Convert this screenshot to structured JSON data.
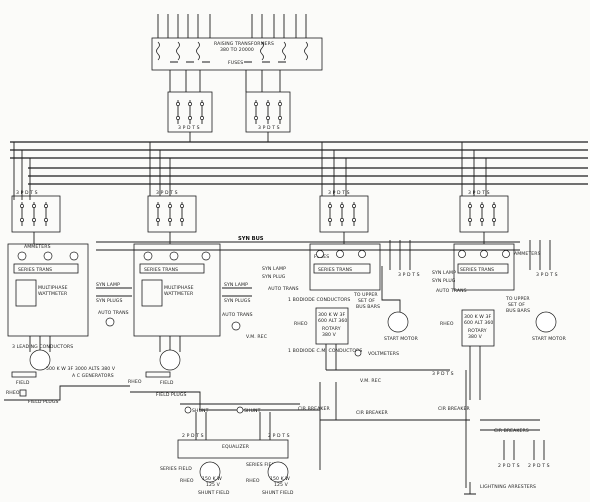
{
  "diagram": {
    "top": {
      "raising_transformers": "RAISING TRANSFORMERS",
      "ratio": "380 TO 20000",
      "fuses": "FUSES"
    },
    "switches": {
      "s1": "3 P D T S",
      "s2": "3 P D T S",
      "s3": "3 P D T S",
      "s4": "3 P D T S",
      "s5": "3 P D T S",
      "s6": "3 P D T S"
    },
    "syn_bus": "SYN BUS",
    "left_gen": {
      "ammeters": "AMMETERS",
      "series_trans": "SERIES TRANS",
      "multiphase": "MULTIPHASE",
      "wattmeter": "WATTMETER",
      "syn_lamp": "SYN LAMP",
      "syn_plugs": "SYN PLUGS",
      "auto_trans": "AUTO TRANS",
      "conductors": "3 LEADING CONDUCTORS",
      "rheo": "RHEO",
      "field": "FIELD",
      "field_plugs": "FIELD PLUGS"
    },
    "center_gen": {
      "series_trans": "SERIES TRANS",
      "multiphase": "MULTIPHASE",
      "wattmeter": "WATTMETER",
      "syn_lamp": "SYN LAMP",
      "syn_plugs": "SYN PLUGS",
      "auto_trans": "AUTO TRANS",
      "vm_rec": "V.M. REC",
      "rheo": "RHEO",
      "field": "FIELD",
      "field_plugs": "FIELD PLUGS"
    },
    "generators_caption": "500 K W 3F 3000 ALTS 380 V",
    "generators_caption2": "A C GENERATORS",
    "rotary_left": {
      "fuses": "FUSES",
      "series_trans": "SERIES TRANS",
      "syn_lamp": "SYN LAMP",
      "syn_plug": "SYN PLUG",
      "auto_trans": "AUTO TRANS",
      "upper": "TO UPPER",
      "upper2": "SET OF",
      "upper3": "BUS BARS",
      "conductors_a": "1 BODIODE CONDUCTORS",
      "conductors_b": "1 BODIODE C.M. CONDUCTORS",
      "rating": "300 K W 3F",
      "rating2": "600 ALT 360",
      "rotary": "ROTARY",
      "rotary2": "380 V",
      "start_motor": "START MOTOR",
      "rheo": "RHEO",
      "voltmeters": "VOLTMETERS",
      "vm_rec": "V.M. REC",
      "spdt": "3 P D T S",
      "cir_breaker": "CIR BREAKER"
    },
    "rotary_right": {
      "ammeters": "AMMETERS",
      "series_trans": "SERIES TRANS",
      "syn_lamp": "SYN LAMP",
      "syn_plug": "SYN PLUG",
      "auto_trans": "AUTO TRANS",
      "upper": "TO UPPER",
      "upper2": "SET OF",
      "upper3": "BUS BARS",
      "rating": "300 K W 3F",
      "rating2": "600 ALT 360",
      "rotary": "ROTARY",
      "rotary2": "380 V",
      "start_motor": "START MOTOR",
      "rheo": "RHEO",
      "spdt": "3 P D T S",
      "cir_breaker": "CIR BREAKER"
    },
    "bottom": {
      "spdt_a": "2 P D T S",
      "spdt_b": "2 P D T S",
      "shunt": "SHUNT",
      "shunt2": "SHUNT",
      "series_field": "SERIES FIELD",
      "series_field2": "SERIES FIELD",
      "equalizer": "EQUALIZER",
      "gen_left": "150 K W",
      "gen_left2": "125 V",
      "gen_right": "150 K W",
      "gen_right2": "125 V",
      "rheo": "RHEO",
      "rheo2": "RHEO",
      "shunt_field": "SHUNT FIELD",
      "shunt_field2": "SHUNT FIELD",
      "ckt_br": "CIR BREAKER",
      "cir_breakers": "CIR BREAKERS",
      "arresters": "LIGHTNING ARRESTERS",
      "spdt_c": "2 P D T S",
      "spdt_d": "2 P D T S"
    }
  }
}
